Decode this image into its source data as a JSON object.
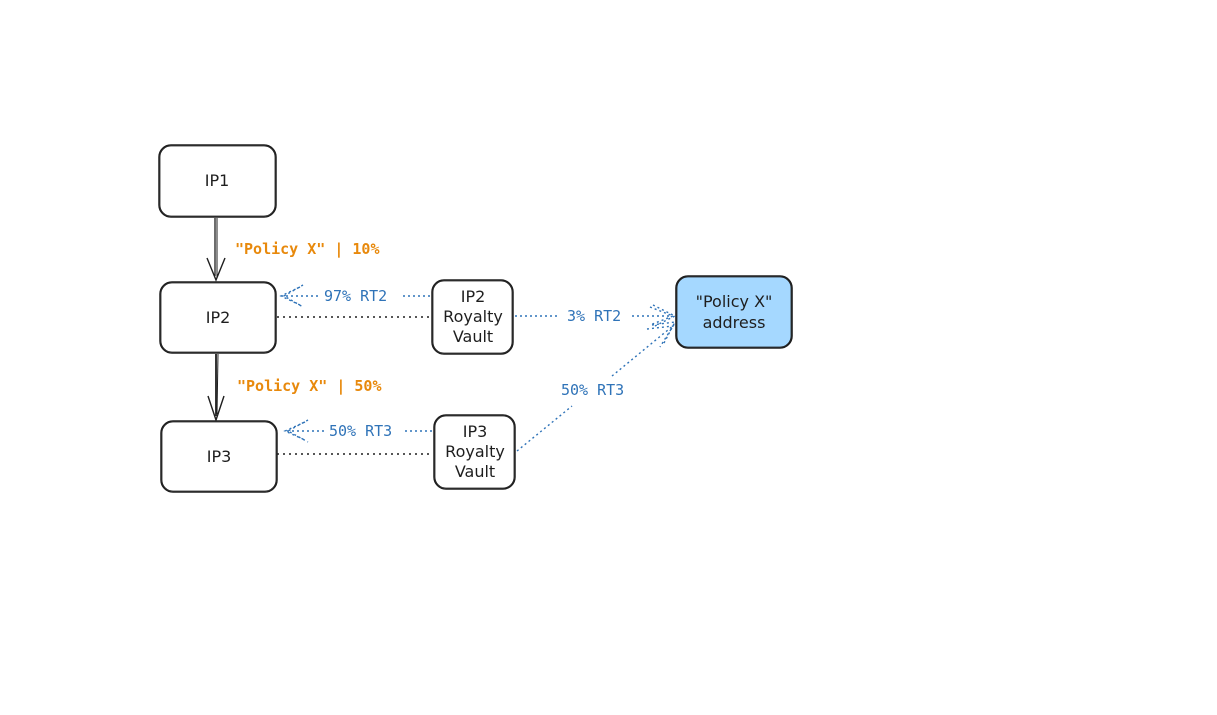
{
  "nodes": {
    "ip1": "IP1",
    "ip2": "IP2",
    "ip3": "IP3",
    "ip2_vault": [
      "IP2",
      "Royalty",
      "Vault"
    ],
    "ip3_vault": [
      "IP3",
      "Royalty",
      "Vault"
    ],
    "policy_address": [
      "\"Policy X\"",
      "address"
    ]
  },
  "edges": {
    "ip1_to_ip2": "\"Policy X\" | 10%",
    "ip2_to_ip3": "\"Policy X\" | 50%",
    "vault2_to_ip2": "97% RT2",
    "vault2_to_policy": "3% RT2",
    "vault3_to_ip3": "50% RT3",
    "vault3_to_policy": "50% RT3"
  },
  "colors": {
    "stroke": "#1e1e1e",
    "orange": "#e8890c",
    "blue": "#2f73b8",
    "policy_fill": "#a5d8ff"
  }
}
